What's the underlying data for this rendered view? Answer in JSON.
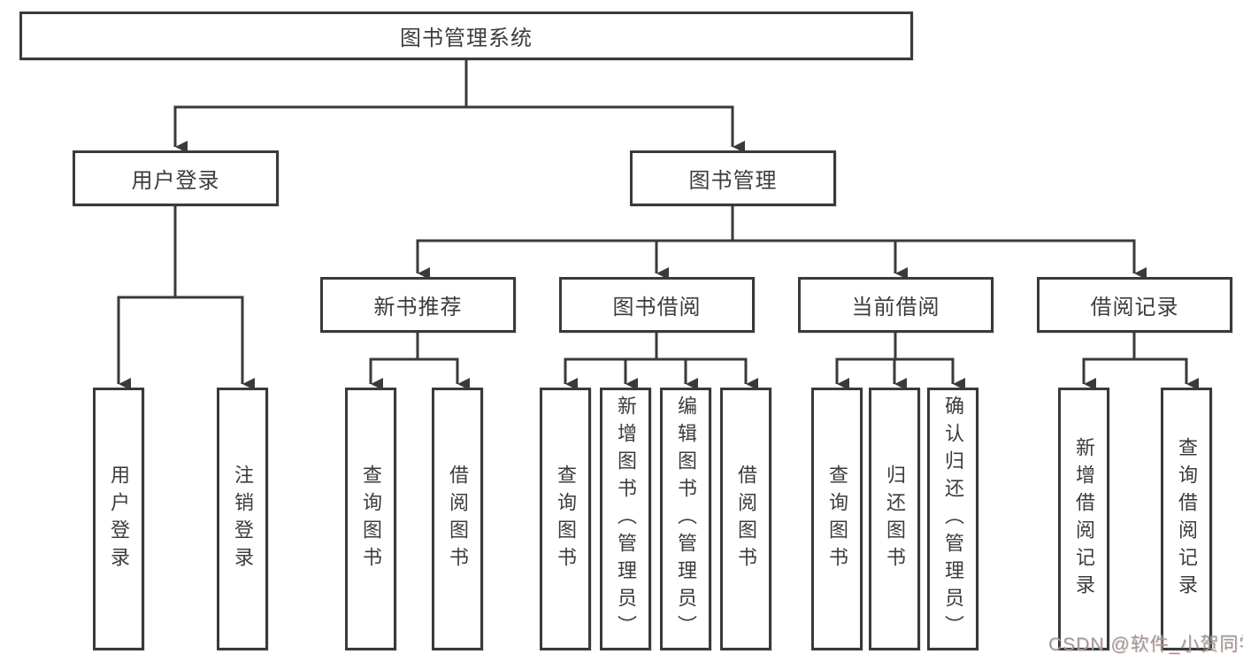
{
  "diagram_title": "图书管理系统",
  "tree": {
    "root": {
      "label": "图书管理系统",
      "children": [
        {
          "label": "用户登录",
          "children": [
            {
              "label": "用户登录"
            },
            {
              "label": "注销登录"
            }
          ]
        },
        {
          "label": "图书管理",
          "children": [
            {
              "label": "新书推荐",
              "children": [
                {
                  "label": "查询图书"
                },
                {
                  "label": "借阅图书"
                }
              ]
            },
            {
              "label": "图书借阅",
              "children": [
                {
                  "label": "查询图书"
                },
                {
                  "label": "新增图书（管理员）"
                },
                {
                  "label": "编辑图书（管理员）"
                },
                {
                  "label": "借阅图书"
                }
              ]
            },
            {
              "label": "当前借阅",
              "children": [
                {
                  "label": "查询图书"
                },
                {
                  "label": "归还图书"
                },
                {
                  "label": "确认归还（管理员）"
                }
              ]
            },
            {
              "label": "借阅记录",
              "children": [
                {
                  "label": "新增借阅记录"
                },
                {
                  "label": "查询借阅记录"
                }
              ]
            }
          ]
        }
      ]
    }
  },
  "watermark": {
    "text": "CSDN @软件_小贺同学"
  },
  "colors": {
    "line": "#3a3a3a",
    "text": "#3c3c3c",
    "background": "#ffffff",
    "watermark": "#9b9b9b"
  }
}
